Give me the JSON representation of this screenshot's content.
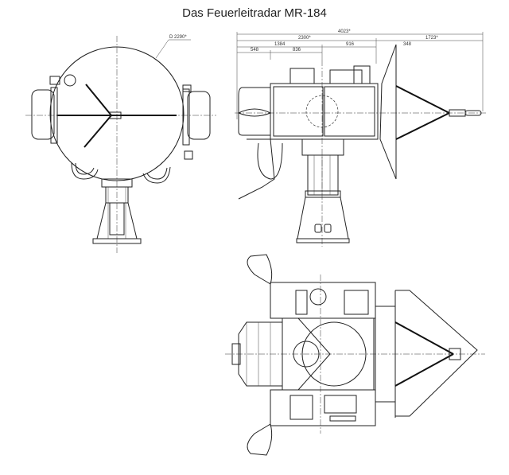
{
  "title": "Das Feuerleitradar MR-184",
  "front_view": {
    "diameter_label": "D 2290*"
  },
  "side_view": {
    "dimensions": {
      "overall": "4023*",
      "body": "2300*",
      "antenna": "1723*",
      "seg_a": "1384",
      "seg_b": "916",
      "seg_c": "548",
      "seg_d": "836",
      "dish_depth": "348"
    }
  },
  "top_view": {}
}
